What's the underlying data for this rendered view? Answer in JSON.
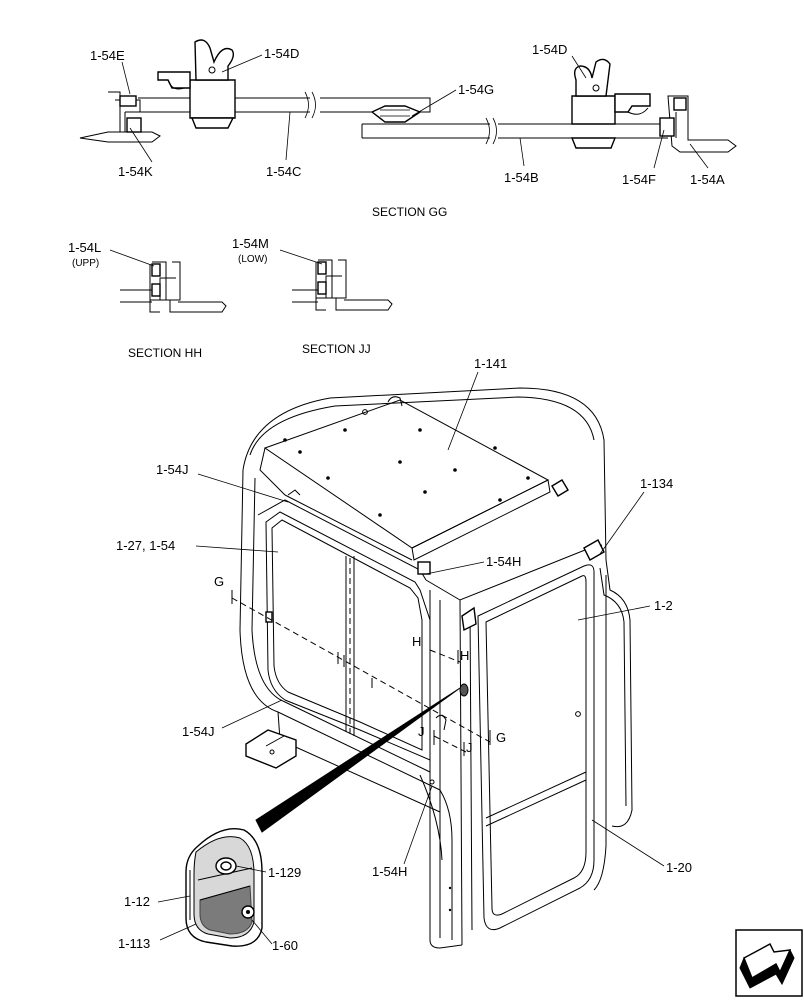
{
  "sections": {
    "gg": "SECTION GG",
    "hh": "SECTION HH",
    "jj": "SECTION JJ"
  },
  "callouts": {
    "c154E": "1-54E",
    "c154D_left": "1-54D",
    "c154D_right": "1-54D",
    "c154G": "1-54G",
    "c154K": "1-54K",
    "c154C": "1-54C",
    "c154B": "1-54B",
    "c154F": "1-54F",
    "c154A": "1-54A",
    "c154L": "1-54L",
    "upp": "(UPP)",
    "c154M": "1-54M",
    "low": "(LOW)",
    "c1141": "1-141",
    "c154J_top": "1-54J",
    "c127": "1-27, 1-54",
    "c1134": "1-134",
    "c154H_top": "1-54H",
    "c12": "1-2",
    "c154J_bottom": "1-54J",
    "c154H_bottom": "1-54H",
    "c120": "1-20",
    "c1129": "1-129",
    "c112": "1-12",
    "c1113": "1-113",
    "c160": "1-60"
  },
  "section_marks": {
    "g_left": "G",
    "g_right": "G",
    "h_left": "H",
    "h_right": "H",
    "j_left": "J",
    "j_right": "J"
  },
  "icons": {
    "nav": "next-page-arrow-icon"
  }
}
